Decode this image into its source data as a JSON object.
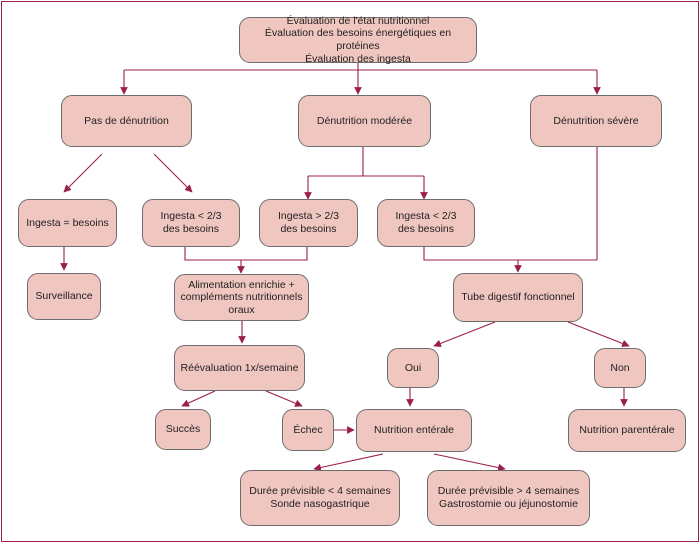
{
  "nodes": {
    "evaluation": {
      "lines": [
        "Évaluation de l'état nutritionnel",
        "Évaluation des besoins énergétiques en protéines",
        "Évaluation des ingesta"
      ]
    },
    "pas_denutrition": {
      "lines": [
        "Pas de dénutrition"
      ]
    },
    "denutrition_moderee": {
      "lines": [
        "Dénutrition modérée"
      ]
    },
    "denutrition_severe": {
      "lines": [
        "Dénutrition sévère"
      ]
    },
    "ingesta_egal_besoins": {
      "lines": [
        "Ingesta = besoins"
      ]
    },
    "ingesta_inf_1": {
      "lines": [
        "Ingesta < 2/3",
        "des besoins"
      ]
    },
    "ingesta_sup": {
      "lines": [
        "Ingesta > 2/3",
        "des besoins"
      ]
    },
    "ingesta_inf_2": {
      "lines": [
        "Ingesta < 2/3",
        "des besoins"
      ]
    },
    "surveillance": {
      "lines": [
        "Surveillance"
      ]
    },
    "alimentation_enrichie": {
      "lines": [
        "Alimentation enrichie +",
        "compléments nutritionnels",
        "oraux"
      ]
    },
    "tube_digestif": {
      "lines": [
        "Tube digestif fonctionnel"
      ]
    },
    "reevaluation": {
      "lines": [
        "Réévaluation 1x/semaine"
      ]
    },
    "oui": {
      "lines": [
        "Oui"
      ]
    },
    "non": {
      "lines": [
        "Non"
      ]
    },
    "succes": {
      "lines": [
        "Succès"
      ]
    },
    "echec": {
      "lines": [
        "Échec"
      ]
    },
    "nutrition_enterale": {
      "lines": [
        "Nutrition entérale"
      ]
    },
    "nutrition_parenterale": {
      "lines": [
        "Nutrition parentérale"
      ]
    },
    "duree_inf": {
      "lines": [
        "Durée prévisible < 4 semaines",
        "Sonde nasogastrique"
      ]
    },
    "duree_sup": {
      "lines": [
        "Durée prévisible > 4 semaines",
        "Gastrostomie ou jéjunostomie"
      ]
    }
  },
  "colors": {
    "line": "#9a1f4c",
    "node_fill": "#f0c6c0",
    "node_border": "#6e6e6e",
    "frame": "#9a1f4c"
  }
}
